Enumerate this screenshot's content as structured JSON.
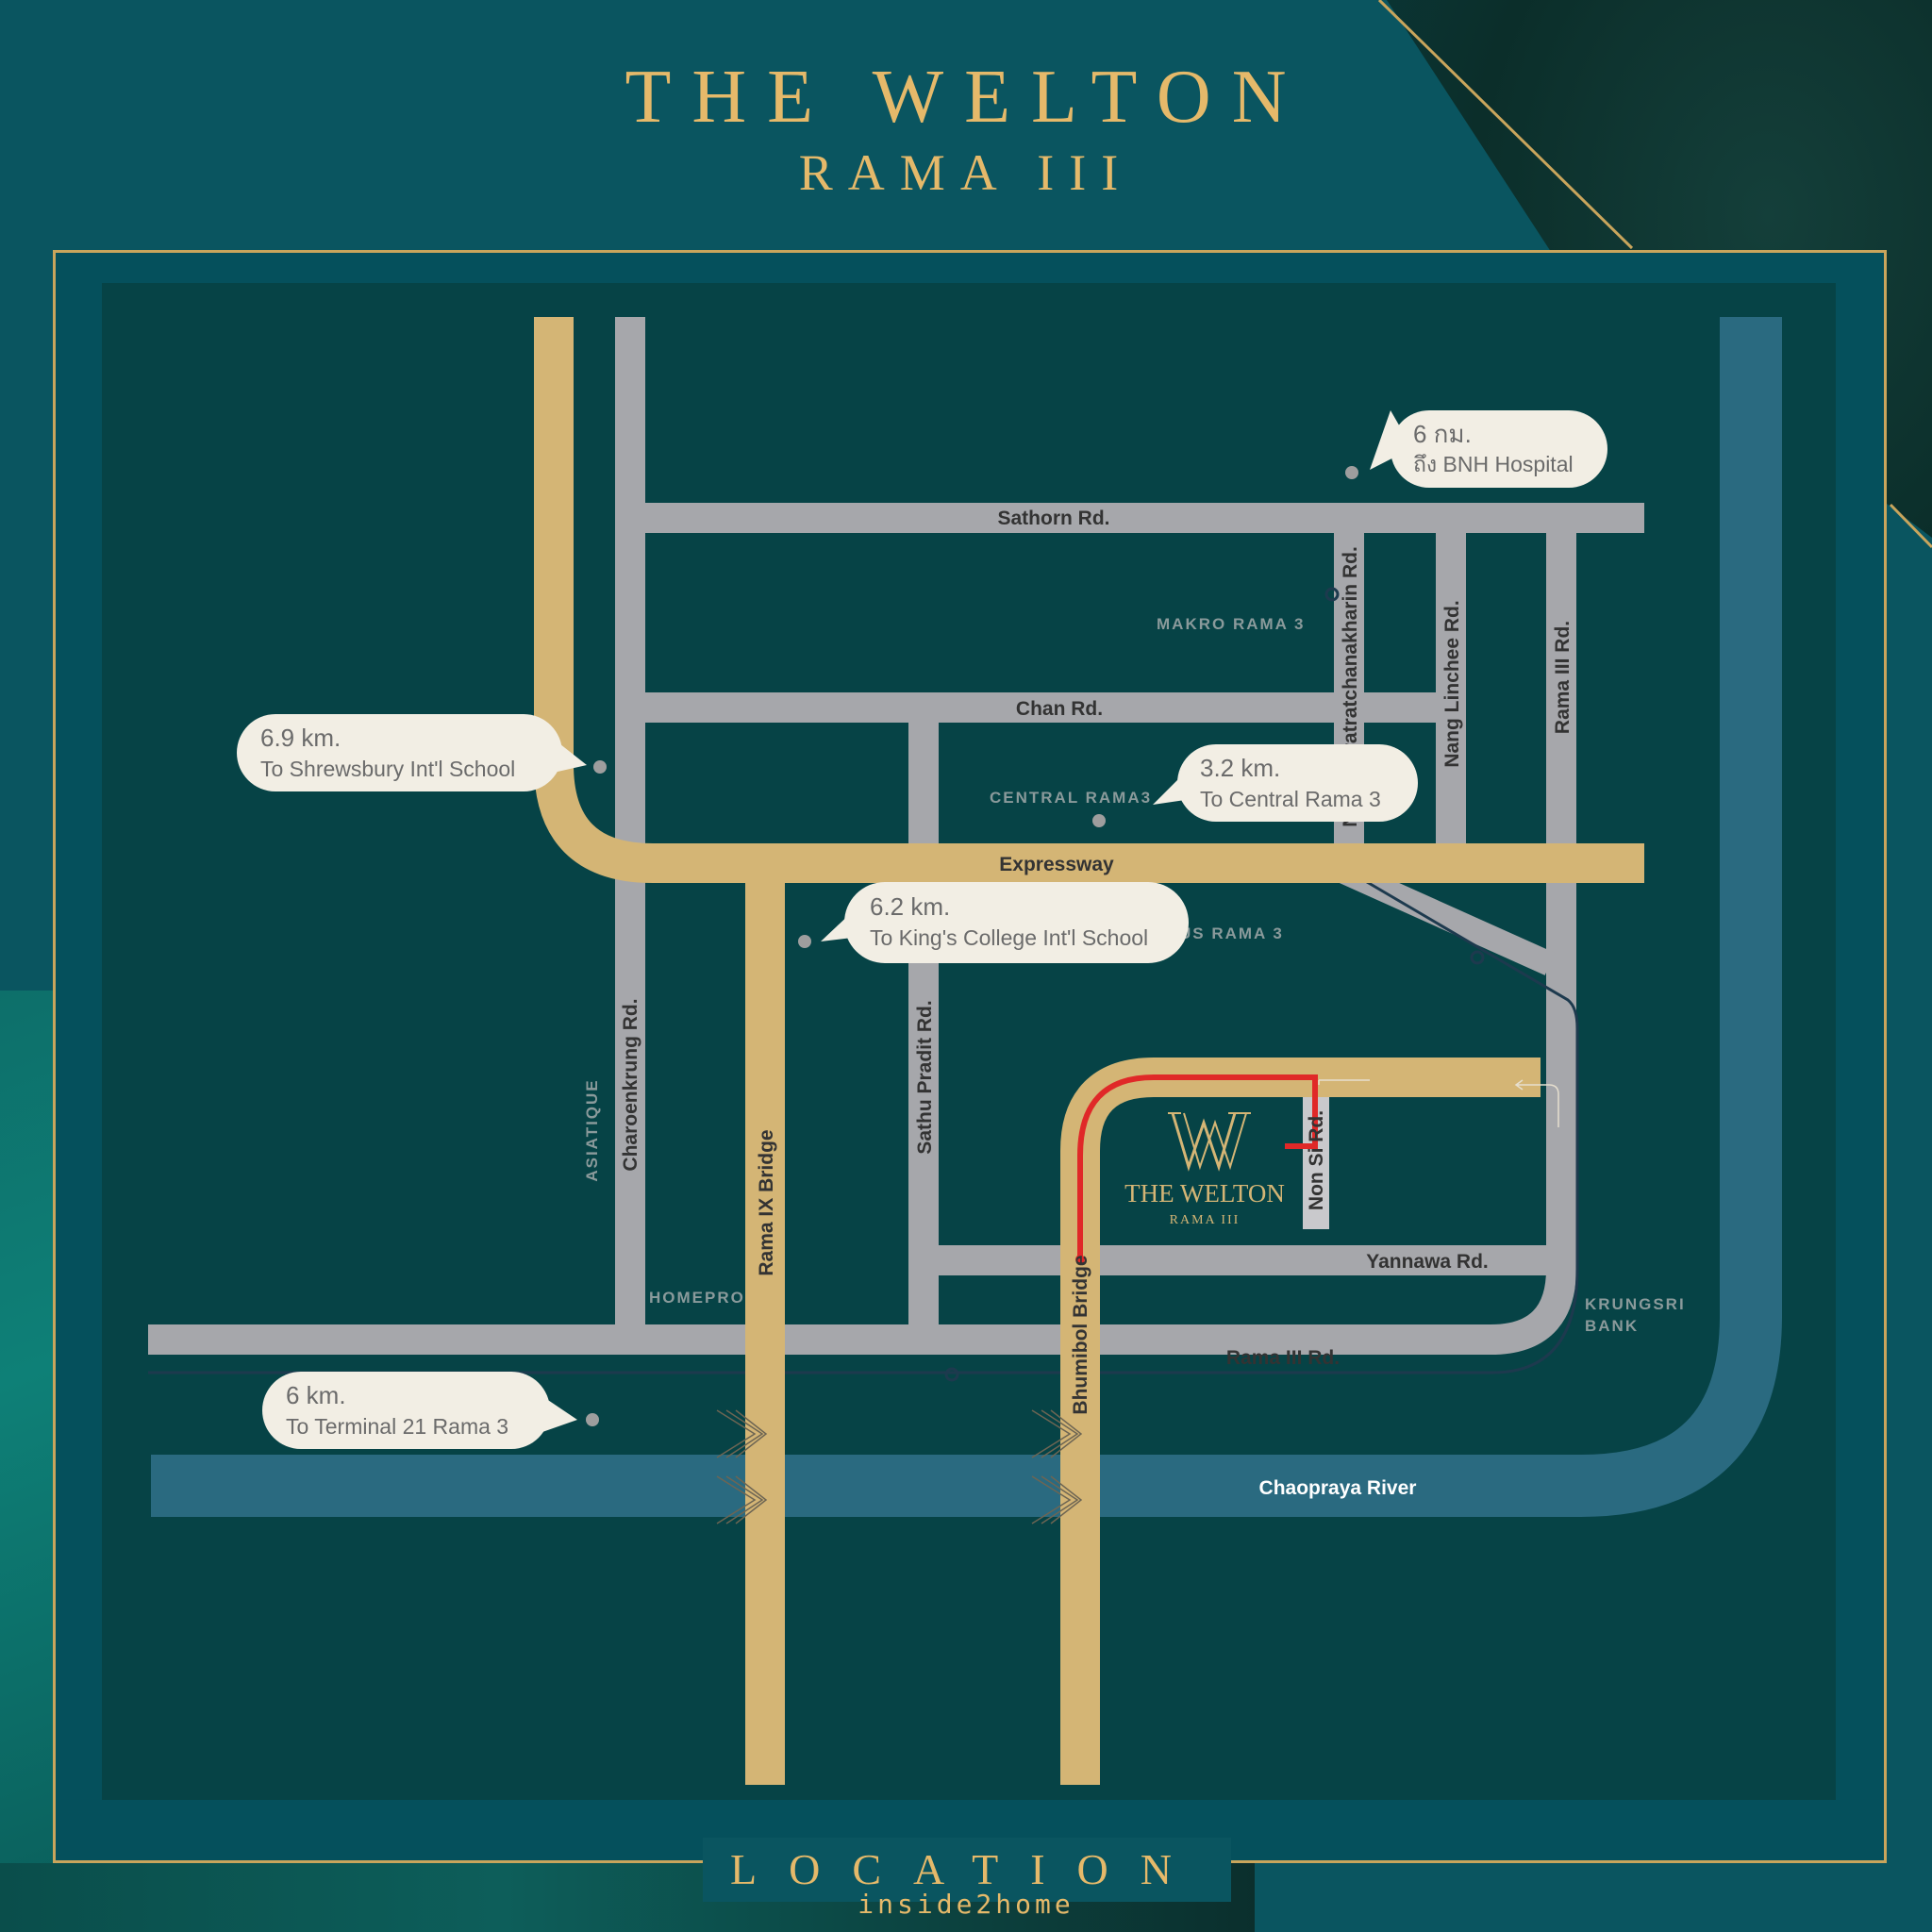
{
  "header": {
    "title": "THE WELTON",
    "subtitle": "RAMA III"
  },
  "footer": {
    "section_label": "LOCATION",
    "credit": "inside2home"
  },
  "colors": {
    "background": "#0a5560",
    "map_panel": "#064346",
    "gold": "#e5b96a",
    "expressway": "#d4b575",
    "road": "#a6a7ab",
    "river": "#2a6a80",
    "route": "#e02828",
    "bubble": "#f2eee4"
  },
  "roads": {
    "sathorn": "Sathorn Rd.",
    "chan": "Chan Rd.",
    "expressway": "Expressway",
    "narathiwat": "Narathiwatratchanakharin Rd.",
    "nang_linchee": "Nang Linchee Rd.",
    "rama3_vertical": "Rama III Rd.",
    "charoenkrung": "Charoenkrung Rd.",
    "sathu_pradit": "Sathu Pradit Rd.",
    "rama9_bridge": "Rama IX Bridge",
    "bhumibol_bridge": "Bhumibol Bridge",
    "non_si": "Non Si Rd.",
    "yannawa": "Yannawa Rd.",
    "rama3_horizontal": "Rama III Rd.",
    "river": "Chaopraya River"
  },
  "places": {
    "makro": "MAKRO RAMA 3",
    "central": "CENTRAL RAMA3",
    "lotus": "LOTUS RAMA 3",
    "asiatique": "ASIATIQUE",
    "homepro": "HOMEPRO",
    "krungsri_1": "KRUNGSRI",
    "krungsri_2": "BANK"
  },
  "project_logo": {
    "name": "THE WELTON",
    "area": "RAMA III"
  },
  "callouts": {
    "bnh": {
      "distance": "6 กม.",
      "destination": "ถึง  BNH Hospital"
    },
    "shrewsbury": {
      "distance": "6.9 km.",
      "destination": "To  Shrewsbury Int'l School"
    },
    "central": {
      "distance": "3.2 km.",
      "destination": "To  Central Rama 3"
    },
    "kings": {
      "distance": "6.2 km.",
      "destination": "To  King's College Int'l School"
    },
    "terminal21": {
      "distance": "6 km.",
      "destination": "To  Terminal 21 Rama 3"
    }
  }
}
